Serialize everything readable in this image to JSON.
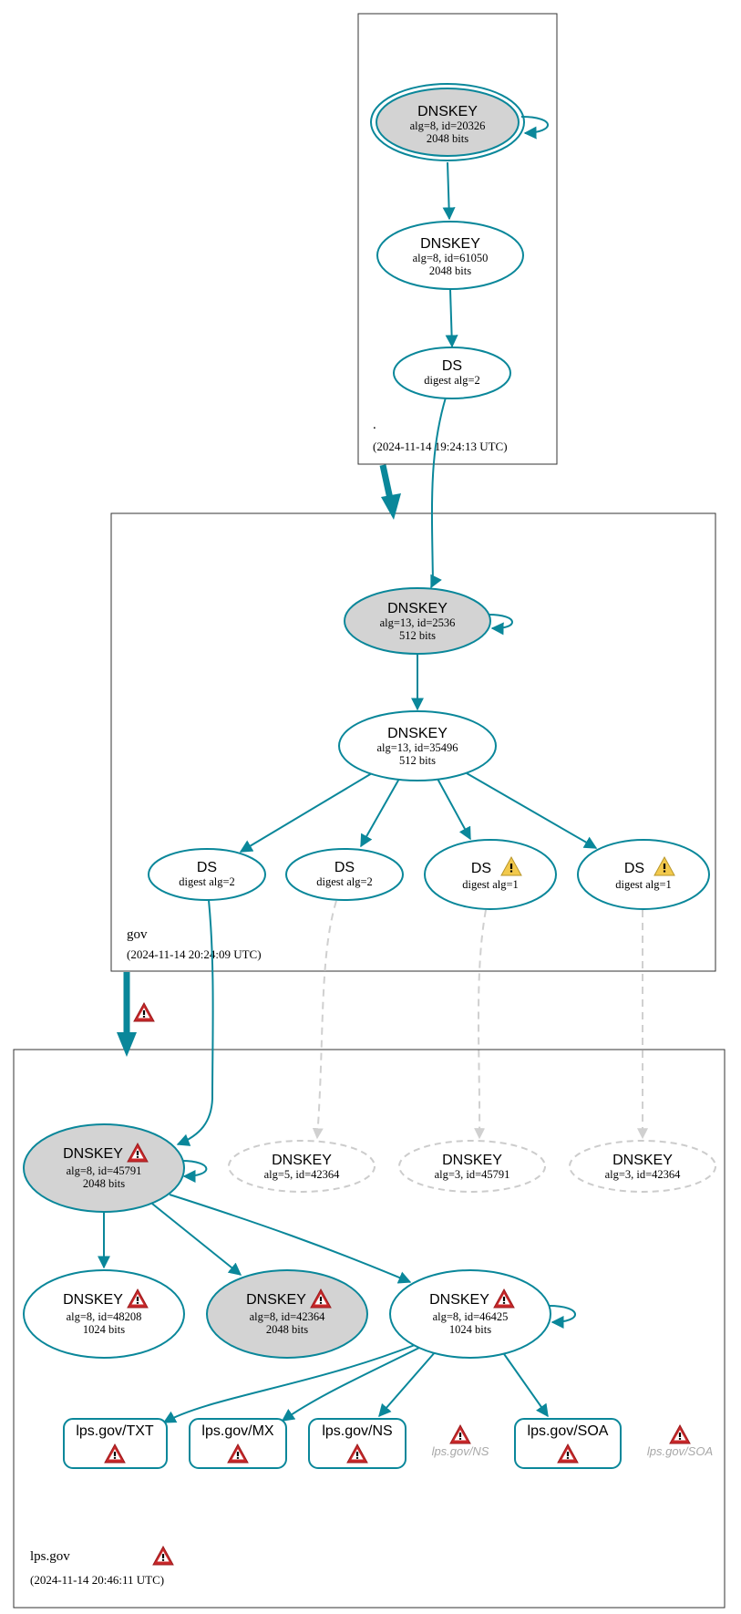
{
  "colors": {
    "accent": "#0a879a",
    "ksk_fill": "#d3d3d3",
    "dashed": "#cccccc",
    "error_red": "#c8282a",
    "warning_yellow": "#f2c94c"
  },
  "zones": {
    "root": {
      "name": ".",
      "timestamp": "(2024-11-14 19:24:13 UTC)"
    },
    "gov": {
      "name": "gov",
      "timestamp": "(2024-11-14 20:24:09 UTC)"
    },
    "lps": {
      "name": "lps.gov",
      "timestamp": "(2024-11-14 20:46:11 UTC)"
    }
  },
  "nodes": {
    "root_ksk": {
      "title": "DNSKEY",
      "line1": "alg=8, id=20326",
      "line2": "2048 bits"
    },
    "root_zsk": {
      "title": "DNSKEY",
      "line1": "alg=8, id=61050",
      "line2": "2048 bits"
    },
    "root_ds": {
      "title": "DS",
      "line1": "digest alg=2"
    },
    "gov_ksk": {
      "title": "DNSKEY",
      "line1": "alg=13, id=2536",
      "line2": "512 bits"
    },
    "gov_zsk": {
      "title": "DNSKEY",
      "line1": "alg=13, id=35496",
      "line2": "512 bits"
    },
    "gov_ds1": {
      "title": "DS",
      "line1": "digest alg=2"
    },
    "gov_ds2": {
      "title": "DS",
      "line1": "digest alg=2"
    },
    "gov_ds3": {
      "title": "DS",
      "line1": "digest alg=1"
    },
    "gov_ds4": {
      "title": "DS",
      "line1": "digest alg=1"
    },
    "lps_ksk": {
      "title": "DNSKEY",
      "line1": "alg=8, id=45791",
      "line2": "2048 bits"
    },
    "lps_missing1": {
      "title": "DNSKEY",
      "line1": "alg=5, id=42364"
    },
    "lps_missing2": {
      "title": "DNSKEY",
      "line1": "alg=3, id=45791"
    },
    "lps_missing3": {
      "title": "DNSKEY",
      "line1": "alg=3, id=42364"
    },
    "lps_key1": {
      "title": "DNSKEY",
      "line1": "alg=8, id=48208",
      "line2": "1024 bits"
    },
    "lps_key2": {
      "title": "DNSKEY",
      "line1": "alg=8, id=42364",
      "line2": "2048 bits"
    },
    "lps_key3": {
      "title": "DNSKEY",
      "line1": "alg=8, id=46425",
      "line2": "1024 bits"
    }
  },
  "rrsets": {
    "txt": "lps.gov/TXT",
    "mx": "lps.gov/MX",
    "ns": "lps.gov/NS",
    "ns_ghost": "lps.gov/NS",
    "soa": "lps.gov/SOA",
    "soa_ghost": "lps.gov/SOA"
  }
}
